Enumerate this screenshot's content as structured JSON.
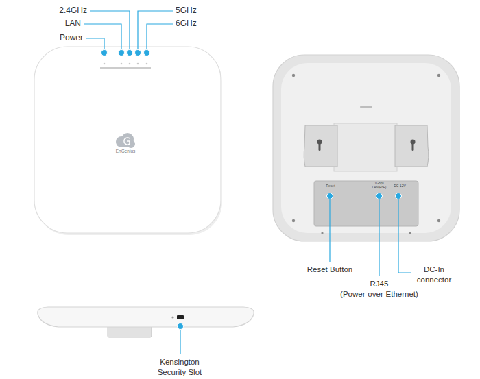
{
  "diagram": {
    "labels": [
      "2.4GHz",
      "LAN",
      "Power",
      "5GHz",
      "6GHz",
      "EnGenius",
      "Reset",
      "1Gbps LAN(PoE)",
      "DC 12V",
      "Reset Button",
      "RJ45 (Power-over-Ethernet)",
      "DC-In connector",
      "Kensington Security Slot"
    ]
  }
}
